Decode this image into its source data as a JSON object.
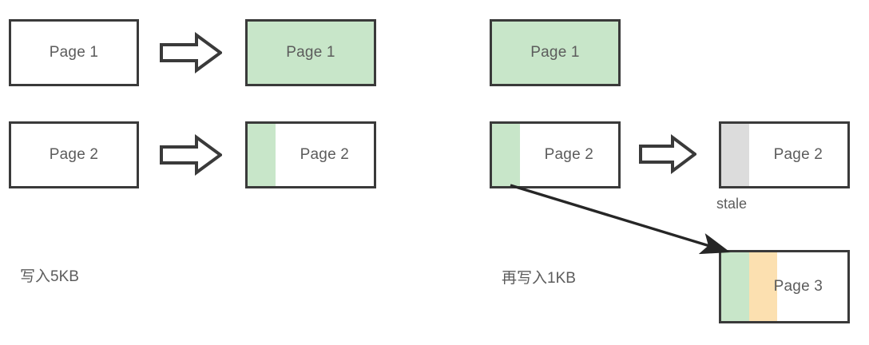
{
  "diagram": {
    "title_text": "",
    "colors": {
      "green_fill": "#c8e6c9",
      "orange_fill": "#fce0b0",
      "gray_fill": "#dcdcdc",
      "border": "#3a3a3a",
      "text": "#5c5c5c",
      "white": "#ffffff"
    },
    "left_group": {
      "caption": "写入5KB",
      "before_boxes": [
        {
          "label": "Page 1",
          "fill": "none",
          "green_pct": 0,
          "orange_pct": 0
        },
        {
          "label": "Page 2",
          "fill": "none",
          "green_pct": 0,
          "orange_pct": 0
        }
      ],
      "after_boxes": [
        {
          "label": "Page 1",
          "fill": "green-full",
          "green_pct": 100,
          "orange_pct": 0
        },
        {
          "label": "Page 2",
          "fill": "green-partial",
          "green_pct": 22,
          "orange_pct": 0
        }
      ],
      "arrow_label": ""
    },
    "right_group": {
      "caption": "再写入1KB",
      "before_boxes": [
        {
          "label": "Page 1",
          "fill": "green-full",
          "green_pct": 100,
          "orange_pct": 0
        },
        {
          "label": "Page 2",
          "fill": "green-partial",
          "green_pct": 22,
          "orange_pct": 0
        }
      ],
      "after_boxes": [
        {
          "label": "Page 2",
          "fill": "gray-partial",
          "gray_pct": 22,
          "note": "stale"
        },
        {
          "label": "Page 3",
          "fill": "green-orange-partial",
          "green_pct": 22,
          "orange_pct": 22
        }
      ],
      "stale_note": "stale"
    },
    "icons": {
      "block_arrow": "right-block-arrow-icon",
      "diagonal_arrow": "diagonal-arrow-icon"
    }
  }
}
